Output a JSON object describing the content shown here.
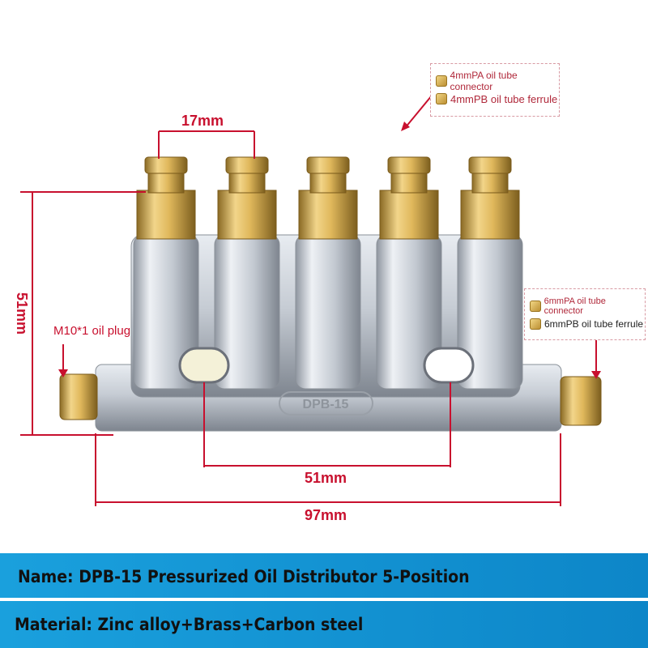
{
  "product_image": {
    "dimensions": {
      "spacing_top": "17mm",
      "height": "51mm",
      "spacing_bottom": "51mm",
      "length": "97mm"
    },
    "body_stamp": "DPB-15",
    "callouts": {
      "oil_plug": "M10*1 oil plug",
      "top_connector": "4mmPA oil tube connector",
      "top_ferrule": "4mmPB oil tube ferrule",
      "side_connector": "6mmPA oil tube connector",
      "side_ferrule": "6mmPB oil tube ferrule"
    }
  },
  "info": {
    "name": "Name: DPB-15 Pressurized Oil Distributor 5-Position",
    "material": "Material: Zinc alloy+Brass+Carbon steel"
  },
  "colors": {
    "dimension": "#c8102e",
    "banner": "#1696d4",
    "brass": "#d9b25a",
    "zinc": "#c9ced6"
  }
}
